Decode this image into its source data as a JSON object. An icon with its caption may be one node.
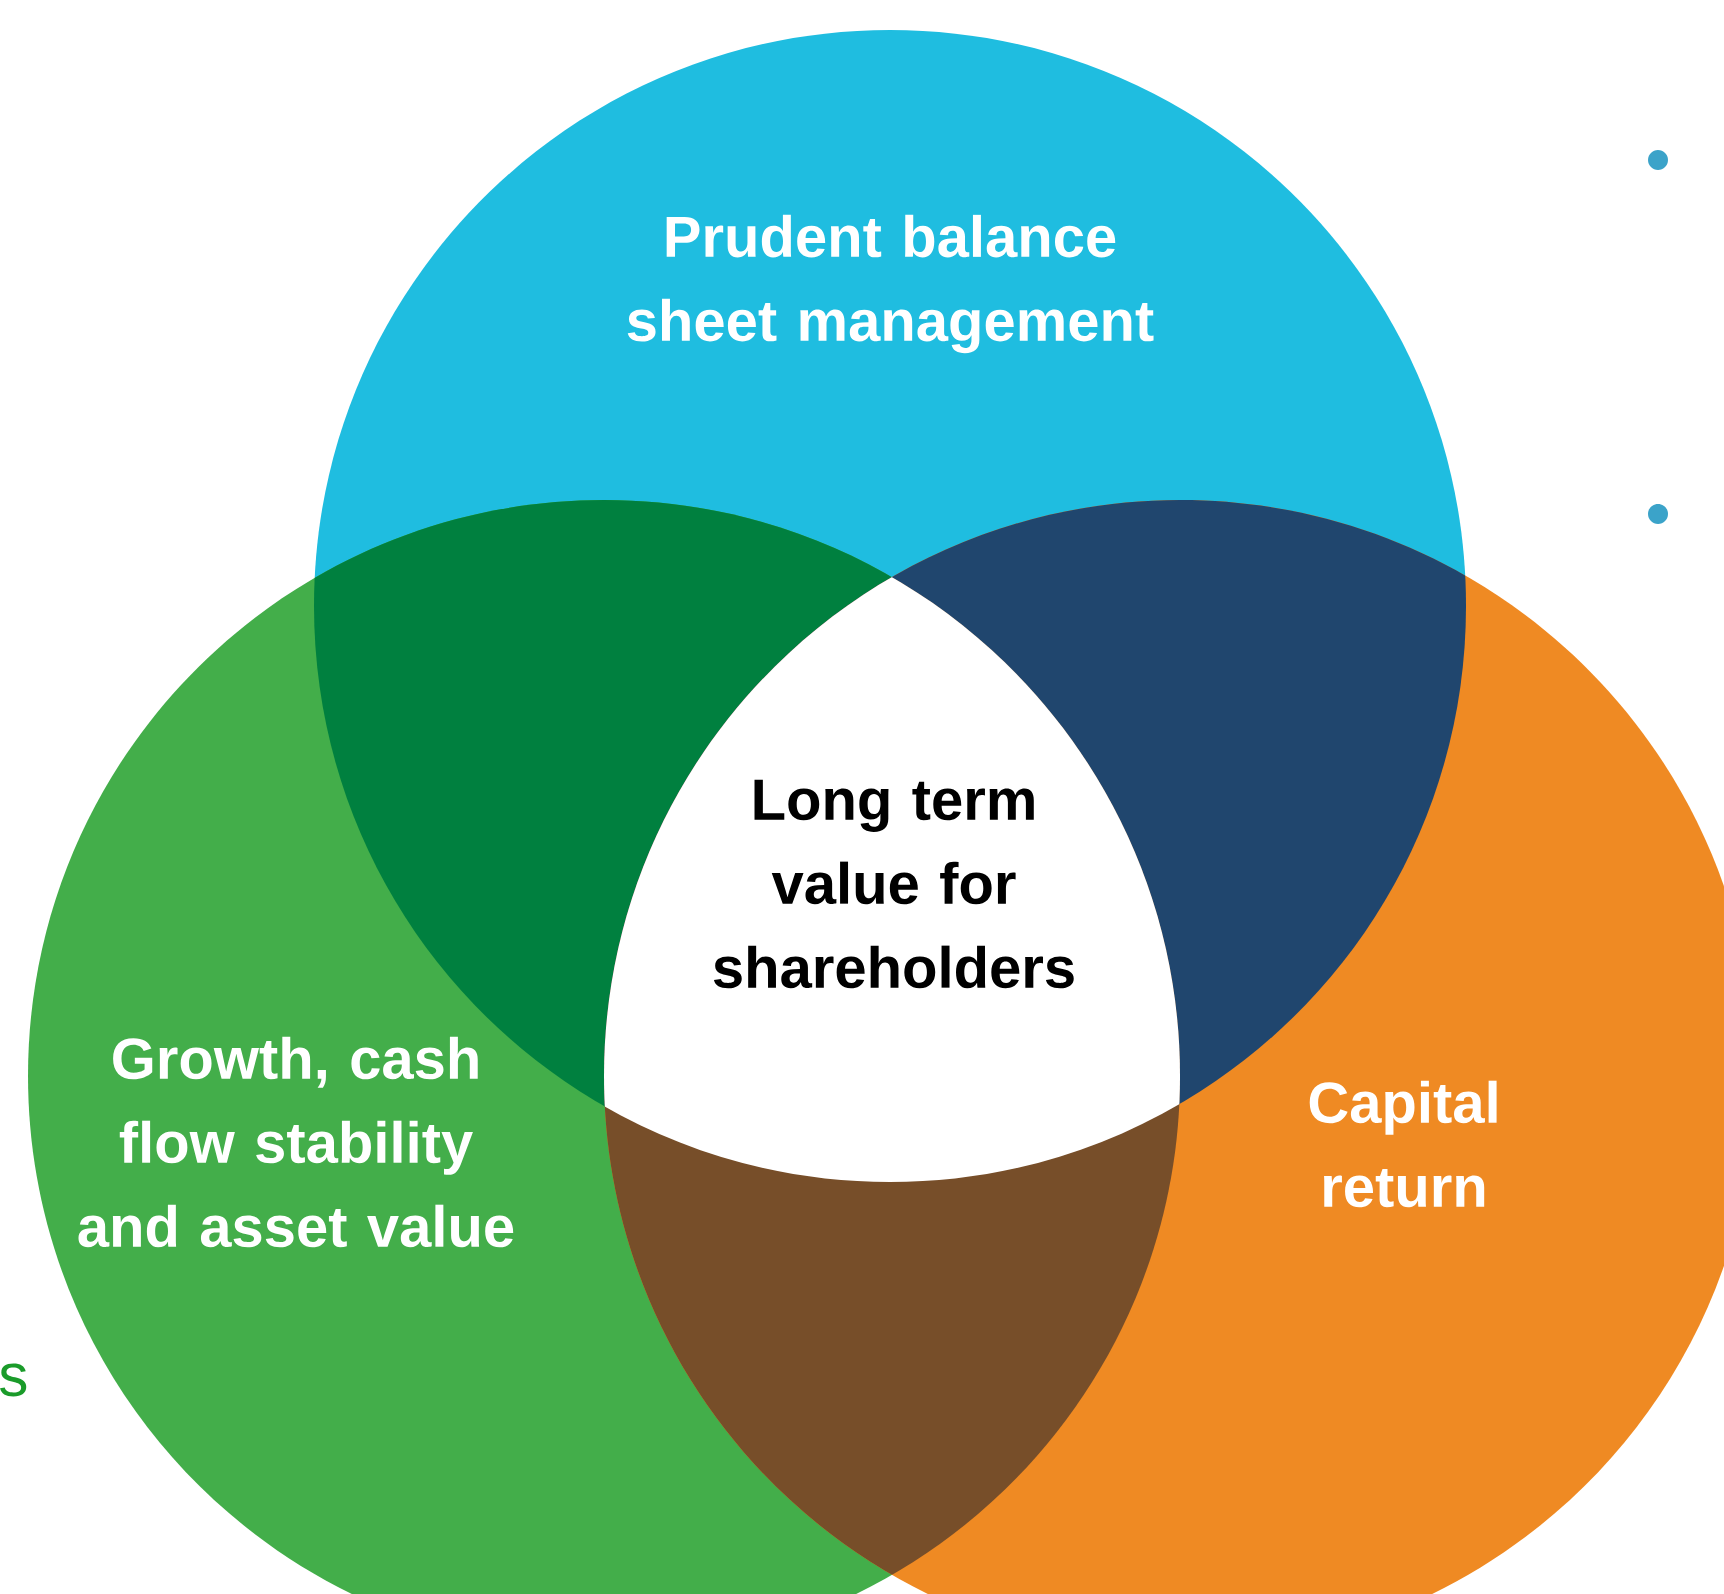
{
  "diagram": {
    "nodes": [
      {
        "text": [
          "Prudent balance sheet management"
        ]
      },
      {
        "text": [
          "Growth, cash flow stability and asset value"
        ]
      },
      {
        "text": [
          "Capital return"
        ]
      },
      {
        "text": [
          "Long term value for shareholders"
        ]
      }
    ],
    "labels": [
      "s"
    ]
  }
}
